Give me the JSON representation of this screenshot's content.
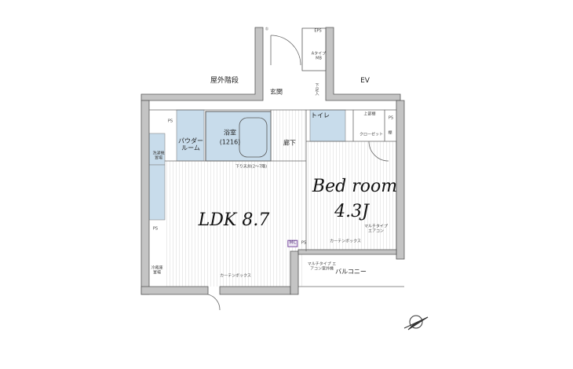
{
  "plan": {
    "outdoor_stairs": "屋外階段",
    "ev": "EV",
    "eps": "EPS",
    "mb": "Aタイプ MB",
    "entrance": "玄関",
    "shoe_cabinet": "下足入",
    "ps_labels": [
      "PS",
      "PS",
      "PS",
      "PS"
    ],
    "powder_room": "パウダー ルーム",
    "bathroom": "浴室",
    "bathroom_size": "(1216)",
    "toilet": "トイレ",
    "corridor": "廊下",
    "upper_shelf": "上部棚",
    "closet": "クローゼット",
    "shelf": "棚",
    "ldk": "LDK 8.7",
    "bedroom": "Bed room",
    "bedroom_size": "4.3J",
    "fridge": "冷蔵庫 置場",
    "washer": "洗濯機 置場",
    "balcony": "バルコニー",
    "curtain_box": "カーテンボックス",
    "curtain_box_2": "カーテンボックス",
    "aircon": "マルチタイプ エアコン",
    "aircon_outdoor": "マルチタイプ エアコン室外機",
    "mc": "MC",
    "lowered_ceiling": "下り天井(2～7階)",
    "circle_mark": "①"
  }
}
